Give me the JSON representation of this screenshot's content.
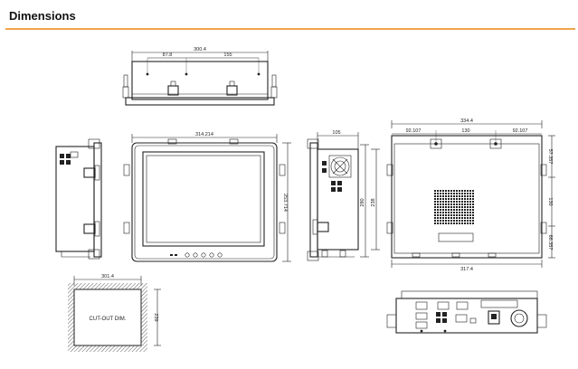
{
  "heading": "Dimensions",
  "accent_color": "#f0a64a",
  "top_view": {
    "overall": "300.4",
    "left_offset": "87.8",
    "right_offset": "155"
  },
  "front_view": {
    "width": "314.214",
    "height": "253.714"
  },
  "side_view": {
    "depth": "105",
    "height_a": "280",
    "height_b": "238"
  },
  "rear_view": {
    "width": "334.4",
    "left_offset": "92.107",
    "center_span": "130",
    "right_offset": "92.107",
    "side_top": "57.357",
    "side_mid": "130",
    "side_bottom": "66.357",
    "bottom_width": "317.4"
  },
  "cutout": {
    "label": "CUT-OUT DIM.",
    "width": "301.4",
    "height": "239"
  }
}
